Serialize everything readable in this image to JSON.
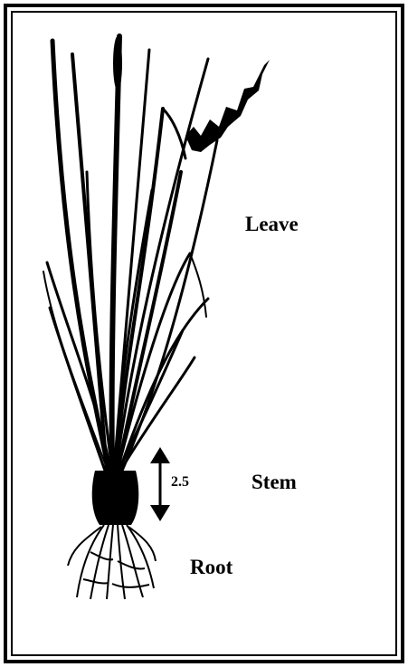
{
  "labels": {
    "leave": "Leave",
    "stem": "Stem",
    "root": "Root",
    "measurement": "2.5"
  }
}
